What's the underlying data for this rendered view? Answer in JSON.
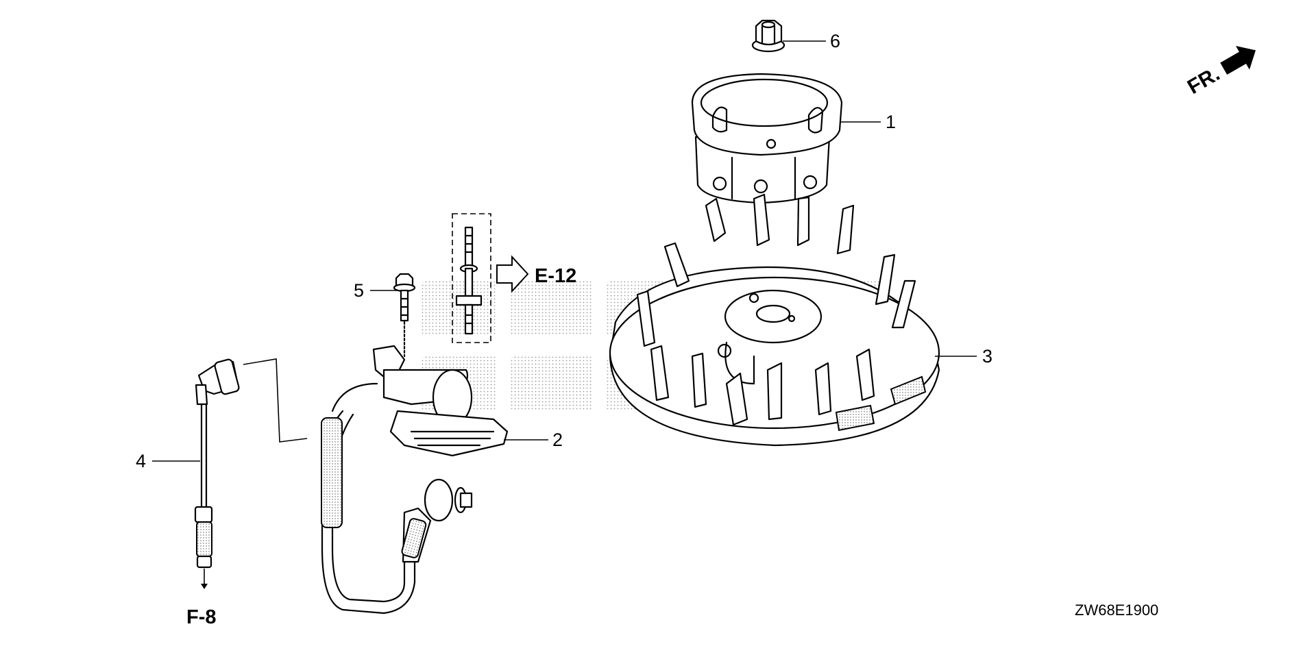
{
  "callouts": [
    {
      "id": "1",
      "label": "1"
    },
    {
      "id": "2",
      "label": "2"
    },
    {
      "id": "3",
      "label": "3"
    },
    {
      "id": "4",
      "label": "4"
    },
    {
      "id": "5",
      "label": "5"
    },
    {
      "id": "6",
      "label": "6"
    }
  ],
  "references": {
    "e12": "E-12",
    "f8": "F-8"
  },
  "direction_label": "FR.",
  "drawing_code": "ZW68E1900"
}
